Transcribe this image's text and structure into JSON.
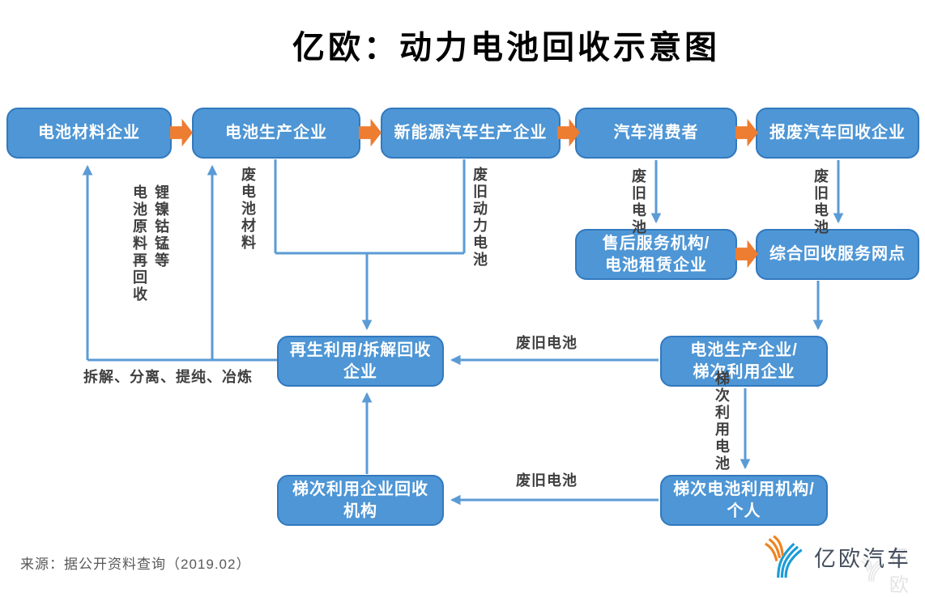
{
  "title": "亿欧：动力电池回收示意图",
  "source_note": "来源：据公开资料查询（2019.02）",
  "logo": {
    "text": "亿欧汽车",
    "watermark_text": "亿欧"
  },
  "colors": {
    "node_fill": "#4E96D5",
    "node_border": "#3279BE",
    "flow_arrow_orange": "#ED7D31",
    "connector_blue": "#5B9BD5",
    "edge_label": "#3F3F3F"
  },
  "nodes": {
    "battery_material": "电池材料企业",
    "battery_producer": "电池生产企业",
    "nev_producer": "新能源汽车生产企业",
    "car_consumer": "汽车消费者",
    "scrap_car_recycler": "报废汽车回收企业",
    "after_sales_service": "售后服务机构/\n电池租赁企业",
    "recycle_service_network": "综合回收服务网点",
    "regeneration_dismantle": "再生利用/拆解回收\n企业",
    "producer_echelon": "电池生产企业/\n梯次利用企业",
    "echelon_recycler_org": "梯次利用企业回收\n机构",
    "echelon_user": "梯次电池利用机构/\n个人"
  },
  "edge_labels": {
    "waste_battery_material": "废电池材料",
    "waste_power_battery": "废旧动力电池",
    "waste_battery_consumer_down": "废旧电池",
    "waste_battery_scrap_down": "废旧电池",
    "echelon_use_battery": "梯次利用电池",
    "raw_materials_line1": "锂镍钴锰等",
    "raw_materials_line2": "电池原料再回收",
    "process_steps": "拆解、分离、提纯、冶炼",
    "waste_battery_mid_left": "废旧电池",
    "waste_battery_bottom_left": "废旧电池"
  }
}
